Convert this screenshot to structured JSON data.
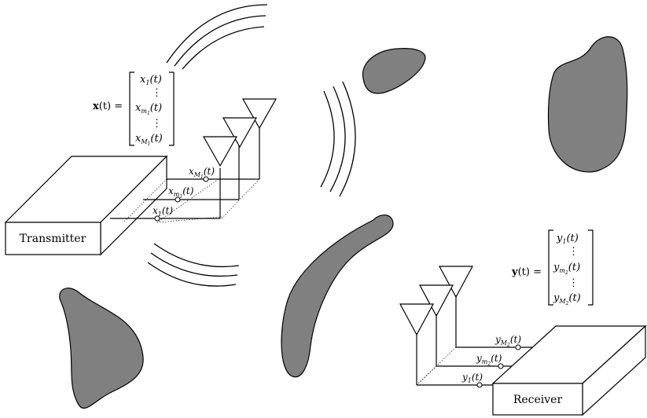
{
  "transmitter": {
    "label": "Transmitter"
  },
  "receiver": {
    "label": "Receiver"
  },
  "tx_vector": {
    "symbol": "x",
    "arg": "(t) =",
    "entries": [
      {
        "base": "x",
        "sub": "1",
        "sub2": "",
        "arg": "(t)"
      },
      {
        "base": "⋮",
        "sub": "",
        "sub2": "",
        "arg": ""
      },
      {
        "base": "x",
        "sub": "m",
        "sub2": "1",
        "arg": "(t)"
      },
      {
        "base": "⋮",
        "sub": "",
        "sub2": "",
        "arg": ""
      },
      {
        "base": "x",
        "sub": "M",
        "sub2": "1",
        "arg": "(t)"
      }
    ]
  },
  "rx_vector": {
    "symbol": "y",
    "arg": "(t) =",
    "entries": [
      {
        "base": "y",
        "sub": "1",
        "sub2": "",
        "arg": "(t)"
      },
      {
        "base": "⋮",
        "sub": "",
        "sub2": "",
        "arg": ""
      },
      {
        "base": "y",
        "sub": "m",
        "sub2": "2",
        "arg": "(t)"
      },
      {
        "base": "⋮",
        "sub": "",
        "sub2": "",
        "arg": ""
      },
      {
        "base": "y",
        "sub": "M",
        "sub2": "2",
        "arg": "(t)"
      }
    ]
  },
  "tx_signals": {
    "top": {
      "base": "x",
      "sub": "M",
      "sub2": "1",
      "arg": "(t)"
    },
    "mid": {
      "base": "x",
      "sub": "m",
      "sub2": "1",
      "arg": "(t)"
    },
    "bot": {
      "base": "x",
      "sub": "1",
      "sub2": "",
      "arg": "(t)"
    }
  },
  "rx_signals": {
    "top": {
      "base": "y",
      "sub": "M",
      "sub2": "2",
      "arg": "(t)"
    },
    "mid": {
      "base": "y",
      "sub": "m",
      "sub2": "2",
      "arg": "(t)"
    },
    "bot": {
      "base": "y",
      "sub": "1",
      "sub2": "",
      "arg": "(t)"
    }
  },
  "colors": {
    "scatterer": "#808080",
    "line": "#000000"
  }
}
